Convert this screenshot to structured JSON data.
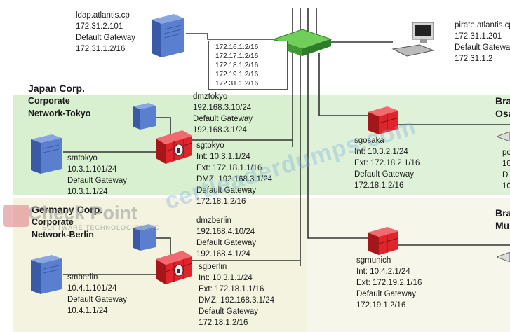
{
  "ldap": {
    "lines": [
      "ldap.atlantis.cp",
      "172.31.2.101",
      "Default Gateway",
      "172.31.1.2/16"
    ]
  },
  "pirate": {
    "lines": [
      "pirate.atlantis.cp",
      "172.31.1.201",
      "Default Gateway",
      "172.31.1.2"
    ]
  },
  "router_table": {
    "routes": [
      "172.16.1.2/16",
      "172.17.1.2/16",
      "172.18.1.2/16",
      "172.19.1.2/16",
      "172.31.1.2/16"
    ]
  },
  "japan": {
    "title": "Japan Corp.",
    "subtitle_lines": [
      "Corporate",
      "Network-Tokyo"
    ]
  },
  "germany": {
    "title": "Germany Corp.",
    "subtitle_lines": [
      "Corporate",
      "Network-Berlin"
    ]
  },
  "dmztokyo": {
    "lines": [
      "dmztokyo",
      "192.168.3.10/24",
      "Default Gateway",
      "192.168.3.1/24"
    ]
  },
  "smtokyo": {
    "lines": [
      "smtokyo",
      "10.3.1.101/24",
      "Default Gateway",
      "10.3.1.1/24"
    ]
  },
  "sgtokyo": {
    "lines": [
      "sgtokyo",
      "Int: 10.3.1.1/24",
      "Ext: 172.18.1.1/16",
      "DMZ: 192.168.3.1/24",
      "Default Gateway",
      "172.18.1.2/16"
    ]
  },
  "sgosaka": {
    "lines": [
      "sgosaka",
      "Int: 10.3.2.1/24",
      "Ext: 172.18.2.1/16",
      "Default Gateway",
      "172.18.1.2/16"
    ]
  },
  "osaka_branch": {
    "title_lines": [
      "Bra",
      "Osa"
    ],
    "host_lines": [
      "po",
      "10",
      "D",
      "10"
    ]
  },
  "dmzberlin": {
    "lines": [
      "dmzberlin",
      "192.168.4.10/24",
      "Default Gateway",
      "192.168.4.1/24"
    ]
  },
  "smberlin": {
    "lines": [
      "smberlin",
      "10.4.1.101/24",
      "Default Gateway",
      "10.4.1.1/24"
    ]
  },
  "sgberlin": {
    "lines": [
      "sgberlin",
      "Int: 10.3.1.1/24",
      "Ext: 172.18.1.1/16",
      "DMZ: 192.168.3.1/24",
      "Default Gateway",
      "172.18.1.2/16"
    ]
  },
  "sgmunich": {
    "lines": [
      "sgmunich",
      "Int: 10.4.2.1/24",
      "Ext: 172.19.2.1/16",
      "Default Gateway",
      "172.19.1.2/16"
    ]
  },
  "munich_branch": {
    "title_lines": [
      "Bra",
      "Mu"
    ]
  },
  "watermark": {
    "text": "certleaderdumps.com",
    "logo_text": "Check Point",
    "logo_sub": "SOFTWARE TECHNOLOGIES LTD."
  },
  "colors": {
    "japan_zone": "#d8f0cf",
    "germany_zone": "#f3f3df",
    "firewall": "#e0242b",
    "router": "#58b947",
    "server": "#4a6fc0"
  }
}
